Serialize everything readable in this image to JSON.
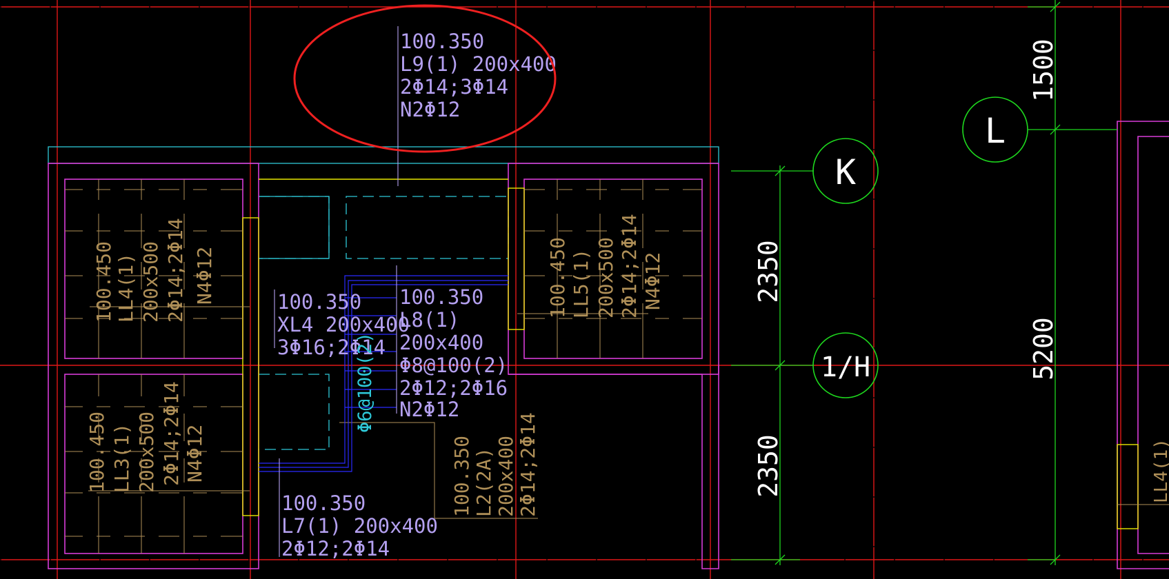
{
  "colors": {
    "background": "#000000",
    "grid_red": "#e01818",
    "green": "#1ed81e",
    "magenta": "#d83cd8",
    "yellow": "#e8e800",
    "cyan": "#2ec8d8",
    "blue": "#2a2aff",
    "tan": "#b09058",
    "lavender": "#b4a0f0",
    "white": "#ffffff",
    "highlight": "#ee2020"
  },
  "axes": {
    "K": "K",
    "H1": "1/H",
    "L": "L"
  },
  "dimensions": {
    "d1500": "1500",
    "d5200": "5200",
    "d2350a": "2350",
    "d2350b": "2350"
  },
  "beams": {
    "L9": {
      "elev": "100.350",
      "name": "L9(1) 200x400",
      "rebar": "2Φ14;3Φ14",
      "side": "N2Φ12"
    },
    "XL4": {
      "elev": "100.350",
      "name": "XL4 200x400",
      "rebar": "3Φ16;2Φ14"
    },
    "L8": {
      "elev": "100.350",
      "name": "L8(1)",
      "size": "200x400",
      "stirrup": "Φ8@100(2)",
      "rebar": "2Φ12;2Φ16",
      "side": "N2Φ12"
    },
    "L7": {
      "elev": "100.350",
      "name": "L7(1) 200x400",
      "rebar": "2Φ12;2Φ14"
    },
    "L2": {
      "elev": "100.350",
      "name": "L2(2A)",
      "size": "200x400",
      "rebar": "2Φ14;2Φ14"
    },
    "LL4": {
      "elev": "100.450",
      "name": "LL4(1)",
      "size": "200x500",
      "rebar": "2Φ14;2Φ14",
      "side": "N4Φ12"
    },
    "LL3": {
      "elev": "100.450",
      "name": "LL3(1)",
      "size": "200x500",
      "rebar": "2Φ14;2Φ14",
      "side": "N4Φ12"
    },
    "LL5": {
      "elev": "100.450",
      "name": "LL5(1)",
      "size": "200x500",
      "rebar": "2Φ14;2Φ14",
      "side": "N4Φ12"
    },
    "stirrup_note": "Φ6@100(2)",
    "edge_partial": "LL4(1)"
  }
}
